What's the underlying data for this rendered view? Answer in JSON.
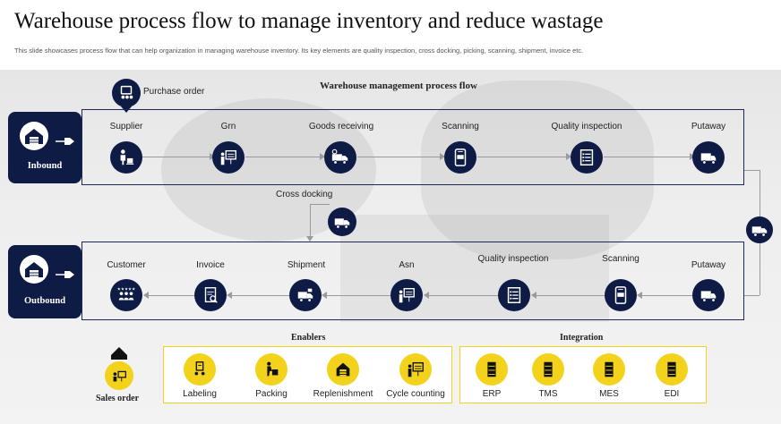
{
  "header": {
    "title": "Warehouse process flow to manage inventory and reduce wastage",
    "subtitle": "This slide showcases process flow that can help organization in managing warehouse inventory. Its key elements are quality inspection, cross docking, picking, scanning, shipment, invoice etc."
  },
  "diagram": {
    "title": "Warehouse management process flow",
    "purchase_order": "Purchase order",
    "cross_docking": "Cross docking",
    "inbound": {
      "label": "Inbound",
      "steps": [
        "Supplier",
        "Grn",
        "Goods receiving",
        "Scanning",
        "Quality inspection",
        "Putaway"
      ]
    },
    "outbound": {
      "label": "Outbound",
      "steps": [
        "Customer",
        "Invoice",
        "Shipment",
        "Asn",
        "Quality inspection",
        "Scanning",
        "Putaway"
      ]
    },
    "sales_order": "Sales order",
    "enablers": {
      "title": "Enablers",
      "items": [
        "Labeling",
        "Packing",
        "Replenishment",
        "Cycle counting"
      ]
    },
    "integration": {
      "title": "Integration",
      "items": [
        "ERP",
        "TMS",
        "MES",
        "EDI"
      ]
    }
  },
  "colors": {
    "navy": "#0d1b45",
    "yellow": "#f2d21b",
    "line": "#9a9a9a"
  }
}
